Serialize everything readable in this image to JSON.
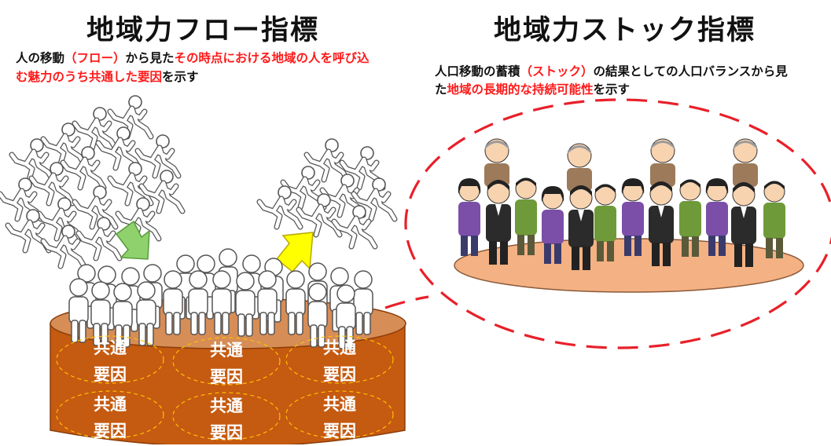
{
  "left": {
    "title": "地域力フロー指標",
    "desc_parts": [
      "人の移動",
      "（フロー）",
      "から見た",
      "その時点における地域の人を呼び込む魅力のうち共通した要因",
      "を示す"
    ]
  },
  "right": {
    "title": "地域力ストック指標",
    "desc_parts": [
      "人口移動の蓄積",
      "（ストック）",
      "の結果としての人口バランスから見た",
      "地域の長期的な持続可能性",
      "を示す"
    ]
  },
  "cylinder": {
    "factors": [
      {
        "line1": "共通",
        "line2": "要因"
      },
      {
        "line1": "共通",
        "line2": "要因"
      },
      {
        "line1": "共通",
        "line2": "要因"
      },
      {
        "line1": "共通",
        "line2": "要因"
      },
      {
        "line1": "共通",
        "line2": "要因"
      },
      {
        "line1": "共通",
        "line2": "要因"
      }
    ]
  },
  "colors": {
    "cylinder": "#c55a11",
    "cylinder_top": "#d78d56",
    "accent_red": "#ff1a1a",
    "arrow_in": "#8fd26d",
    "arrow_out": "#ffff00",
    "oval_dash": "#e8202a",
    "base": "#f4b183"
  }
}
